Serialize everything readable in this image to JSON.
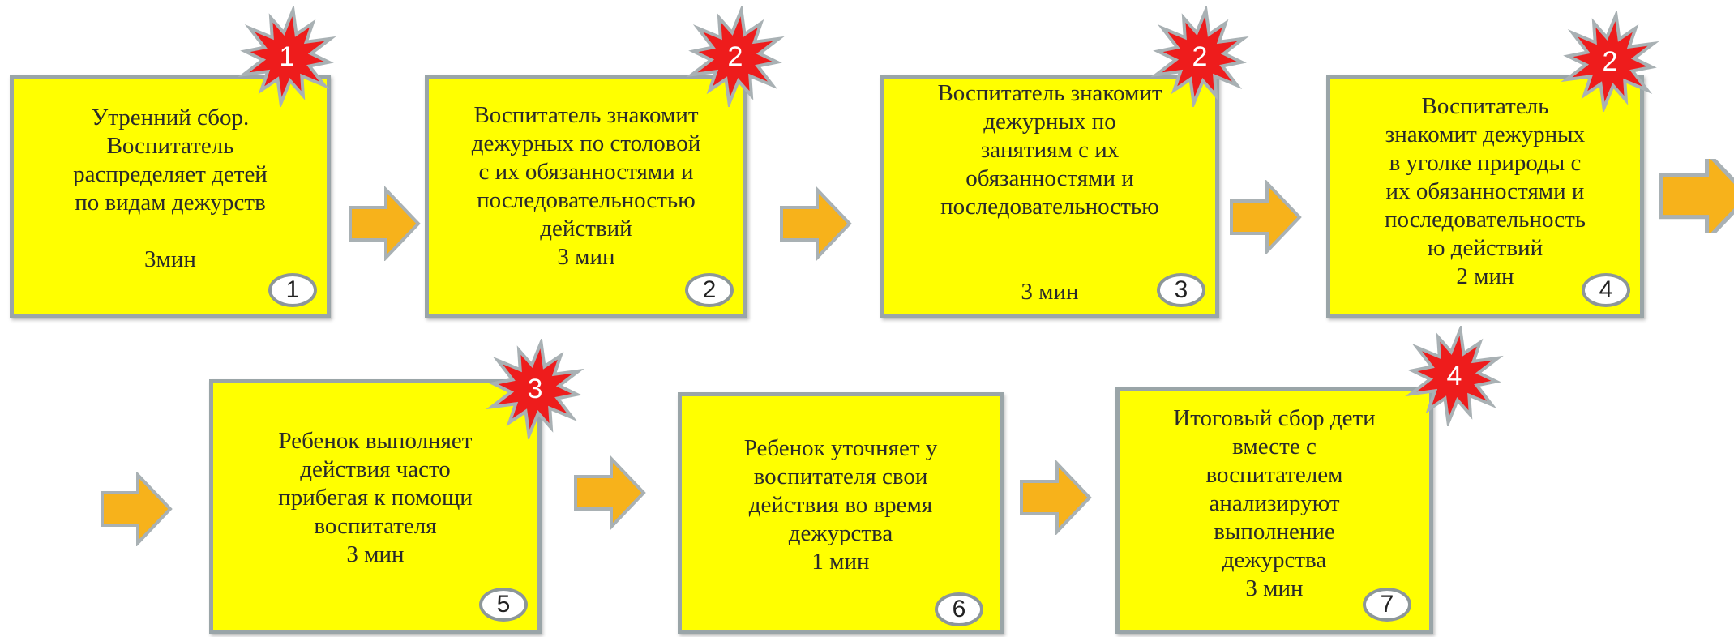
{
  "colors": {
    "box_fill": "#ffff00",
    "box_border": "#9aa5a8",
    "arrow_fill": "#f7b21b",
    "arrow_outline": "#a9b1b4",
    "burst_fill": "#ee1c1c",
    "burst_outline": "#a9b1b4"
  },
  "steps": [
    {
      "text": "Утренний сбор.\nВоспитатель\nраспределяет детей\nпо видам дежурств\n\n3мин",
      "number": "1",
      "priority": "1"
    },
    {
      "text": "Воспитатель знакомит\nдежурных по столовой\nс их обязанностями и\nпоследовательностью\nдействий\n3 мин",
      "number": "2",
      "priority": "2"
    },
    {
      "text": "Воспитатель знакомит\nдежурных по\nзанятиям с их\nобязанностями и\nпоследовательностью\n\n\n3 мин",
      "number": "3",
      "priority": "2"
    },
    {
      "text": "Воспитатель\nзнакомит дежурных\nв уголке природы с\nих обязанностями и\nпоследовательность\nю действий\n2 мин",
      "number": "4",
      "priority": "2"
    },
    {
      "text": "Ребенок выполняет\nдействия часто\nприбегая к помощи\nвоспитателя\n3 мин",
      "number": "5",
      "priority": "3"
    },
    {
      "text": "Ребенок уточняет у\nвоспитателя свои\nдействия во время\nдежурства\n1 мин",
      "number": "6",
      "priority": ""
    },
    {
      "text": "Итоговый сбор дети\nвместе с\nвоспитателем\nанализируют\nвыполнение\nдежурства\n3 мин",
      "number": "7",
      "priority": "4"
    }
  ],
  "icons": {
    "arrow": "arrow-right-icon",
    "burst": "starburst-icon"
  }
}
